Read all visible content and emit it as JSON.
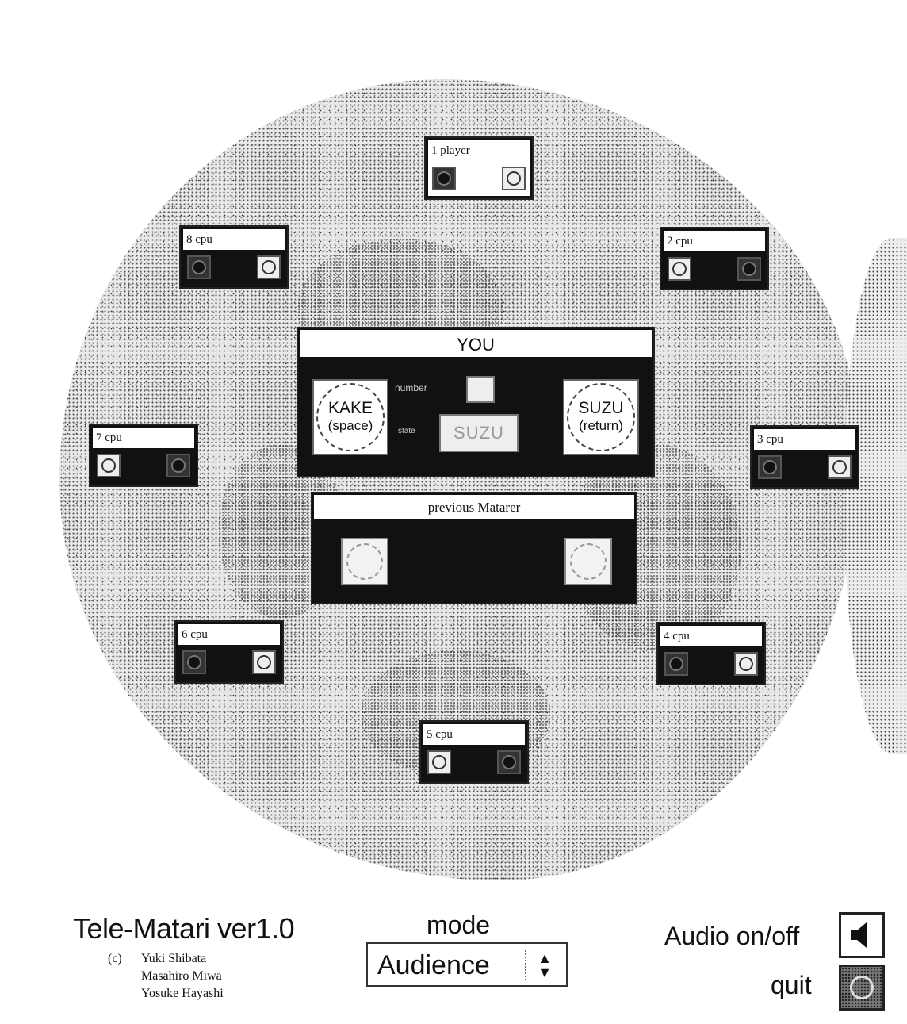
{
  "app": {
    "title": "Tele-Matari ver1.0",
    "credits_prefix": "(c)",
    "credits": [
      "Yuki Shibata",
      "Masahiro Miwa",
      "Yosuke Hayashi"
    ]
  },
  "seats": [
    {
      "label": "1 player",
      "kind": "player"
    },
    {
      "label": "2 cpu",
      "kind": "cpu"
    },
    {
      "label": "3 cpu",
      "kind": "cpu"
    },
    {
      "label": "4 cpu",
      "kind": "cpu"
    },
    {
      "label": "5 cpu",
      "kind": "cpu"
    },
    {
      "label": "6 cpu",
      "kind": "cpu"
    },
    {
      "label": "7 cpu",
      "kind": "cpu"
    },
    {
      "label": "8 cpu",
      "kind": "cpu"
    }
  ],
  "you_panel": {
    "title": "YOU",
    "kake_button": {
      "label": "KAKE",
      "key": "(space)"
    },
    "suzu_button": {
      "label": "SUZU",
      "key": "(return)"
    },
    "number_label": "number",
    "number_value": "",
    "state_label": "state",
    "state_value": "SUZU"
  },
  "previous_panel": {
    "title": "previous Matarer"
  },
  "mode": {
    "label": "mode",
    "selected": "Audience"
  },
  "audio": {
    "label": "Audio on/off",
    "icon": "speaker-icon"
  },
  "quit": {
    "label": "quit",
    "icon": "quit-icon"
  }
}
